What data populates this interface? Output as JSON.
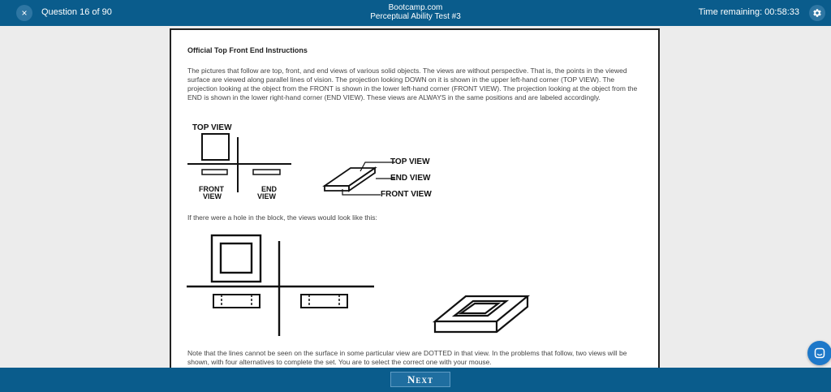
{
  "header": {
    "close_icon_glyph": "×",
    "question_counter": "Question 16 of 90",
    "site_name": "Bootcamp.com",
    "test_name": "Perceptual Ability Test #3",
    "time_remaining": "Time remaining: 00:58:33"
  },
  "instructions": {
    "heading": "Official Top Front End Instructions",
    "paragraph1": "The pictures that follow are top, front, and end views of various solid objects. The views are without perspective. That is, the points in the viewed surface are viewed along parallel lines of vision. The projection looking DOWN on it is shown in the upper left-hand corner (TOP VIEW). The projection looking at the object from the FRONT is shown in the lower left-hand corner (FRONT VIEW). The projection looking at the object from the END is shown in the lower right-hand corner (END VIEW). These views are ALWAYS in the same positions and are labeled accordingly.",
    "paragraph2": "If there were a hole in the block, the views would look like this:",
    "paragraph3": "Note that the lines cannot be seen on the surface in some particular view are DOTTED in that view. In the problems that follow, two views will be shown, with four alternatives to complete the set. You are to select the correct one with your mouse."
  },
  "figure1": {
    "top_view_label": "TOP VIEW",
    "front_view_line1": "FRONT",
    "front_view_line2": "VIEW",
    "end_view_line1": "END",
    "end_view_line2": "VIEW"
  },
  "figure2": {
    "top_view_label": "TOP VIEW",
    "end_view_label": "END VIEW",
    "front_view_label": "FRONT VIEW"
  },
  "footer": {
    "next_label": "Next"
  },
  "icons": {
    "close": "close-icon",
    "settings": "gear-icon",
    "chat": "chat-icon"
  },
  "colors": {
    "header_bg": "#0a5c8c",
    "chat_button": "#1d78c9"
  }
}
